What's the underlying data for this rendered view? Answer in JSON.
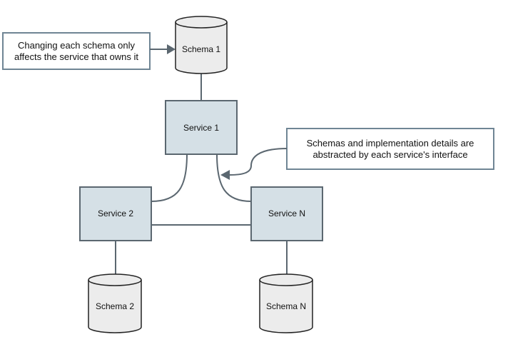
{
  "services": {
    "service_1": "Service 1",
    "service_2": "Service 2",
    "service_n": "Service N"
  },
  "schemas": {
    "schema_1": "Schema 1",
    "schema_2": "Schema 2",
    "schema_n": "Schema N"
  },
  "notes": {
    "schema_change": [
      "Changing each schema only",
      "affects the service that owns it"
    ],
    "abstraction": [
      "Schemas and implementation details are",
      "abstracted by each service's interface"
    ]
  },
  "colors": {
    "service_fill": "#d5e0e6",
    "schema_fill": "#ececec",
    "connector": "#5b6770",
    "note_border": "#6f8594"
  }
}
